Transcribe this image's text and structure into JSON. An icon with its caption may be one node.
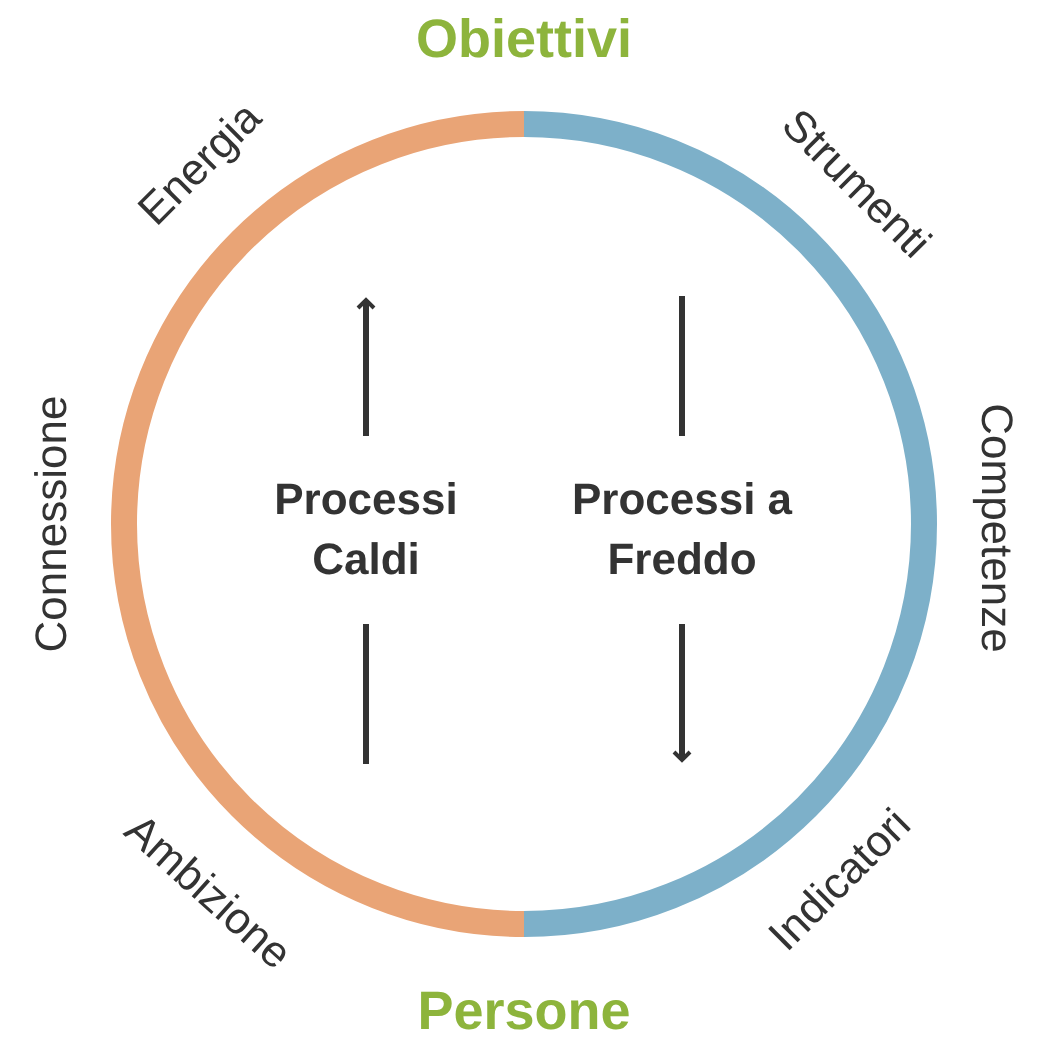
{
  "diagram": {
    "labels": [
      "Obiettivi",
      "Energia",
      "Strumenti",
      "Connessione",
      "Processi Caldi",
      "Processi a Freddo",
      "Competenze",
      "Ambizione",
      "Indicatori",
      "Persone"
    ]
  }
}
